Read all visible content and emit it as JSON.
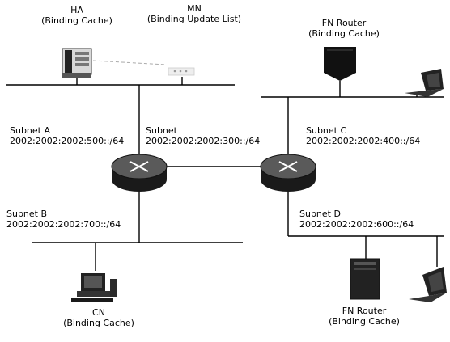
{
  "nodes": {
    "ha": {
      "title": "HA",
      "subtitle": "(Binding Cache)"
    },
    "mn": {
      "title": "MN",
      "subtitle": "(Binding Update List)"
    },
    "fn_router_top": {
      "title": "FN Router",
      "subtitle": "(Binding Cache)"
    },
    "cn": {
      "title": "CN",
      "subtitle": "(Binding Cache)"
    },
    "fn_router_bottom": {
      "title": "FN Router",
      "subtitle": "(Binding Cache)"
    }
  },
  "subnets": {
    "a": {
      "name": "Subnet A",
      "prefix": "2002:2002:2002:500::/64"
    },
    "b": {
      "name": "Subnet B",
      "prefix": "2002:2002:2002:700::/64"
    },
    "backbone": {
      "name": "Subnet",
      "prefix": "2002:2002:2002:300::/64"
    },
    "c": {
      "name": "Subnet C",
      "prefix": "2002:2002:2002:400::/64"
    },
    "d": {
      "name": "Subnet D",
      "prefix": "2002:2002:2002:600::/64"
    }
  },
  "icons": [
    "server-icon",
    "mobile-node-icon",
    "router-icon",
    "laptop-icon",
    "workstation-icon"
  ],
  "colors": {
    "line": "#000000",
    "device": "#1a1a1a",
    "router_top": "#5a5a5a"
  }
}
